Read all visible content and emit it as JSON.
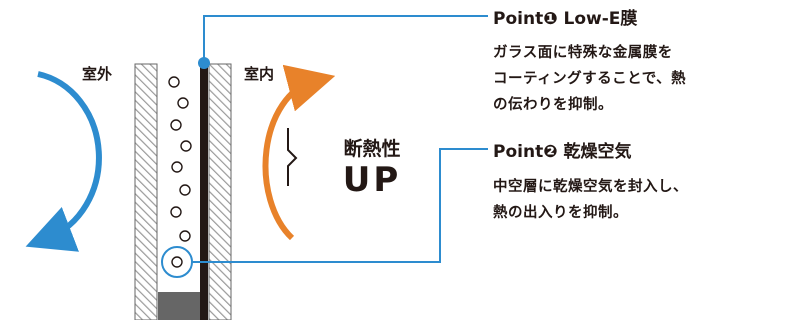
{
  "labels": {
    "outdoor": "室外",
    "indoor": "室内",
    "insulation": "断熱性",
    "up": "UP"
  },
  "points": [
    {
      "title": "Point❶ Low-E膜",
      "lines": [
        "ガラス面に特殊な金属膜を",
        "コーティングすることで、熱",
        "の伝わりを抑制。"
      ]
    },
    {
      "title": "Point❷ 乾燥空気",
      "lines": [
        "中空層に乾燥空気を封入し、",
        "熱の出入りを抑制。"
      ]
    }
  ],
  "colors": {
    "outdoor_arrow": "#2d8ccf",
    "indoor_arrow": "#e8822a",
    "leader_line": "#2d8ccf",
    "glass": "#231815",
    "spacer": "#666666",
    "hatch": "#9a9a9a"
  }
}
